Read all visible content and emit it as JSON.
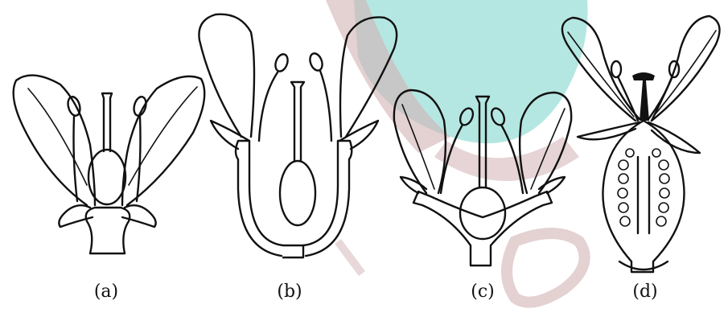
{
  "figure": {
    "labels": [
      "(a)",
      "(b)",
      "(c)",
      "(d)"
    ],
    "watermark": {
      "teal_color": "#a8e3dd",
      "rose_color": "#c9a3a6"
    }
  }
}
